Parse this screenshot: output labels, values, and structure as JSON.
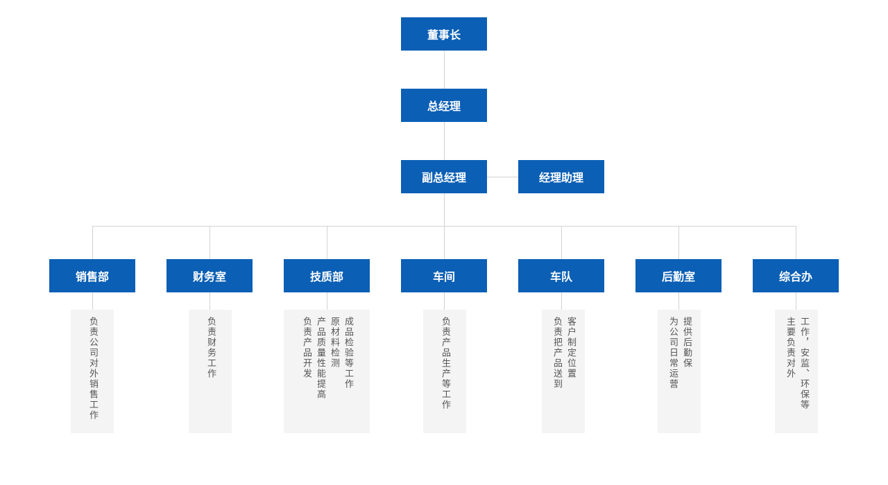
{
  "colors": {
    "node_bg": "#0b5fb5",
    "node_text": "#ffffff",
    "desc_bg": "#f4f4f4",
    "line": "#d2d2d2"
  },
  "top": {
    "chairman": "董事长",
    "general_manager": "总经理",
    "deputy_gm": "副总经理",
    "gm_assistant": "经理助理"
  },
  "departments": [
    {
      "name": "销售部",
      "desc": [
        "负责公司对外销售工作"
      ]
    },
    {
      "name": "财务室",
      "desc": [
        "负责财务工作"
      ]
    },
    {
      "name": "技质部",
      "desc": [
        "成品检验等工作",
        "原材料检测",
        "产品质量性能提高",
        "负责产品开发"
      ]
    },
    {
      "name": "车间",
      "desc": [
        "负责产品生产等工作"
      ]
    },
    {
      "name": "车队",
      "desc": [
        "客户制定位置",
        "负责把产品送到"
      ]
    },
    {
      "name": "后勤室",
      "desc": [
        "提供后勤保",
        "为公司日常运营"
      ]
    },
    {
      "name": "综合办",
      "desc": [
        "工作，安监、环保等",
        "主要负责对外"
      ]
    }
  ]
}
